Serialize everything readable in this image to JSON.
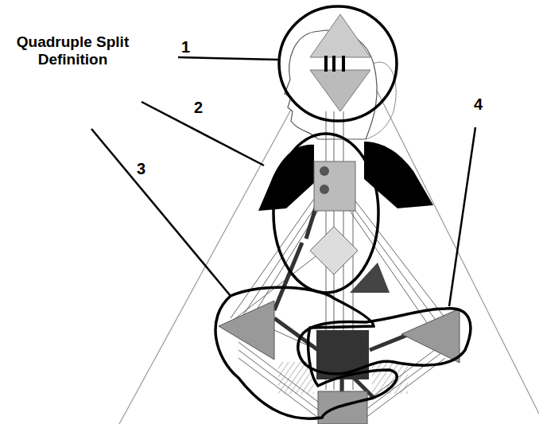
{
  "diagram": {
    "labels": [
      "Quadruple Split Definition",
      "1",
      "2",
      "3",
      "4"
    ]
  }
}
